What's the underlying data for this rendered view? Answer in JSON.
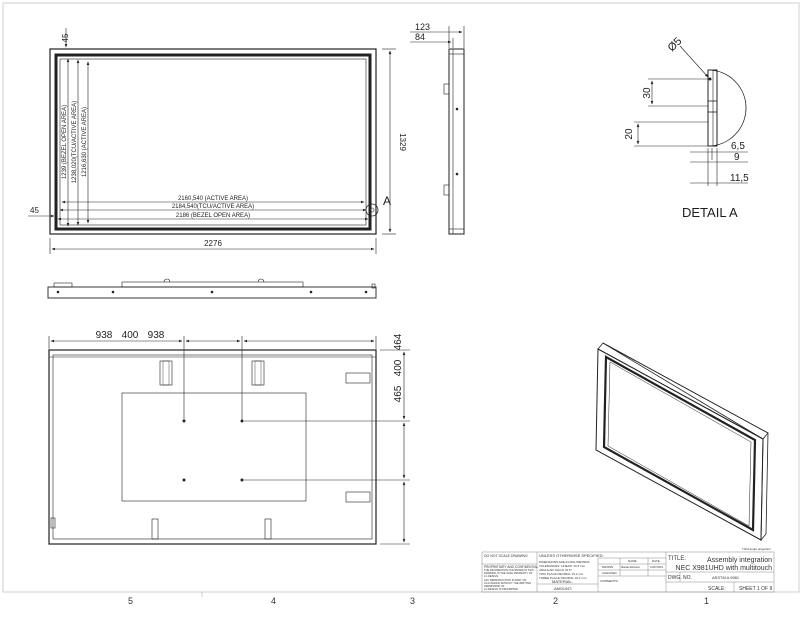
{
  "front_view": {
    "top_offset": "45",
    "left_offset": "45",
    "height_overall": "1329",
    "width_overall": "2276",
    "v_bezel": "1239 (BEZEL OPEN AREA)",
    "v_tcu": "1238,020(TCU/ACTIVE AREA)",
    "v_active": "1216,630 (ACTIVE AREA)",
    "h_active": "2160,540 (ACTIVE AREA)",
    "h_tcu": "2184,540(TCU/ACTIVE AREA)",
    "h_bezel": "2186 (BEZEL OPEN AREA)",
    "detail_marker": "A"
  },
  "side_view": {
    "depth_total": "123",
    "depth_inner": "84"
  },
  "detail": {
    "title": "DETAIL A",
    "diameter": "Ø5",
    "dim_30": "30",
    "dim_20": "20",
    "dim_65": "6,5",
    "dim_9": "9",
    "dim_115": "11,5"
  },
  "back_view": {
    "h1": "938",
    "h2": "400",
    "h3": "938",
    "v1": "464",
    "v2": "400",
    "v3": "465"
  },
  "title_block": {
    "do_not_scale": "DO NOT SCALE DRAWING",
    "unless": "UNLESS OTHERWISE SPECIFIED:",
    "dims_note_1": "DIMENSIONS ARE IN MILLIMETERS",
    "dims_note_2": "TOLERANCES: LINEAR: ±0,5 mm",
    "dims_note_3": "ANGULAR: MACH ±0,5°",
    "dims_note_4": "TWO PLACE DECIMAL ±0,2 mm",
    "dims_note_5": "THREE PLACE DECIMAL ±0,1 mm",
    "proprietary": "PROPRIETARY AND CONFIDENTIAL",
    "prop_2": "THE INFORMATION CONTAINED IN THIS",
    "prop_3": "DRAWING IS THE SOLE PROPERTY OF",
    "prop_4": "LC-DESIGN.",
    "prop_5": "ANY REPRODUCTION IN PART OR",
    "prop_6": "AS A WHOLE WITHOUT THE WRITTEN",
    "prop_7": "PERMISSION OF",
    "prop_8": "LC-DESIGN IS PROHIBITED.",
    "name_col": "NAME",
    "date_col": "DATE",
    "drawn": "DRAWN",
    "drawn_name": "Mattias Eriksson",
    "drawn_date": "12/07/2019",
    "checked": "CHECKED",
    "comments": "COMMENTS:",
    "material": "MATERIAL:",
    "amount": "AMOUNT:",
    "projection": "Third angle projection",
    "title_label": "TITLE:",
    "title_1": "Assembly integration",
    "title_2": "NEC X981UHD with multitouch",
    "dwg_label": "DWG. NO.",
    "dwg_no": "ASSTM A 9981",
    "scale": "SCALE:",
    "sheet": "SHEET 1 OF 9"
  },
  "zones": [
    "5",
    "4",
    "3",
    "2",
    "1"
  ]
}
